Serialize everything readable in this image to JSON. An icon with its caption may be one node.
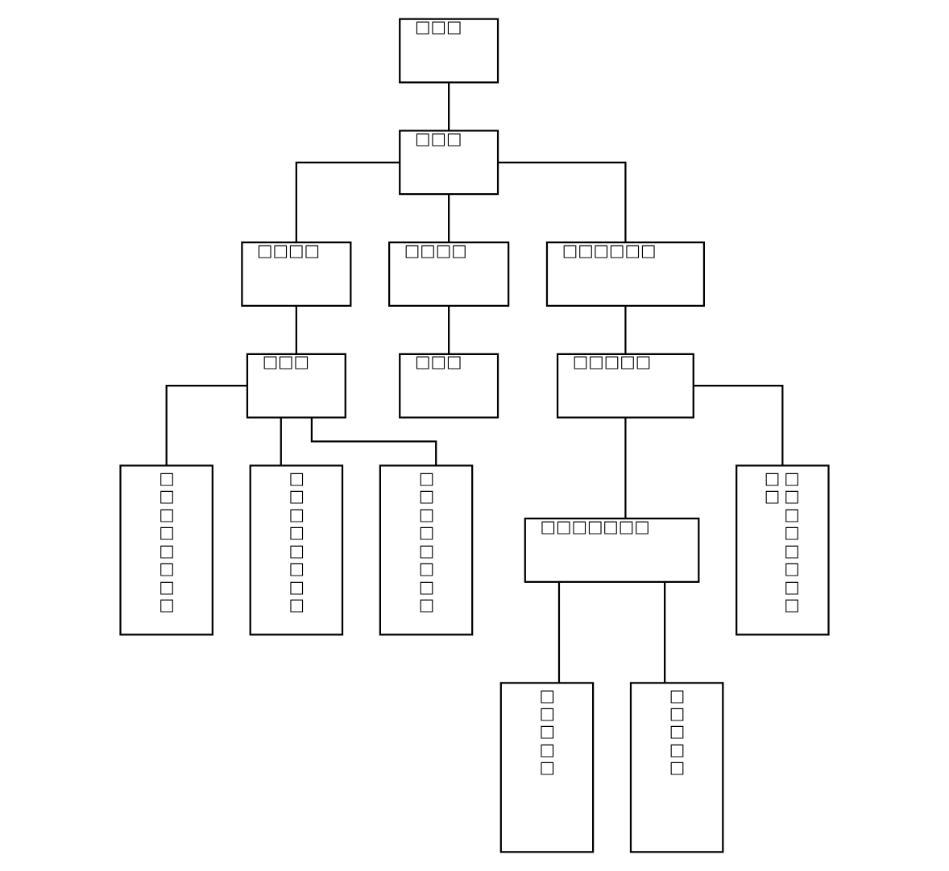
{
  "diagram": {
    "nodes": [
      {
        "text": [
          "□□□"
        ]
      },
      {
        "text": [
          "□□□"
        ]
      },
      {
        "text": [
          "□□□□"
        ]
      },
      {
        "text": [
          "□□□□"
        ]
      },
      {
        "text": [
          "□□□□□□"
        ]
      },
      {
        "text": [
          "□□□"
        ]
      },
      {
        "text": [
          "□□□"
        ]
      },
      {
        "text": [
          "□□□□□"
        ]
      },
      {
        "text": [
          "□□□□□□□□"
        ]
      },
      {
        "text": [
          "□□□□□□□□"
        ]
      },
      {
        "text": [
          "□□□□□□□□"
        ]
      },
      {
        "text": [
          "□□□□□□□"
        ]
      },
      {
        "text": [
          "□□□□□□□□□□"
        ]
      },
      {
        "text": [
          "□□□□□"
        ]
      },
      {
        "text": [
          "□□□□□"
        ]
      }
    ],
    "edges": [
      {
        "from": 0,
        "to": 1,
        "arrow": "none"
      },
      {
        "from": 1,
        "to": 2,
        "arrow": "none"
      },
      {
        "from": 1,
        "to": 3,
        "arrow": "none"
      },
      {
        "from": 1,
        "to": 4,
        "arrow": "none"
      },
      {
        "from": 2,
        "to": 5,
        "arrow": "none"
      },
      {
        "from": 3,
        "to": 6,
        "arrow": "none"
      },
      {
        "from": 4,
        "to": 7,
        "arrow": "none"
      },
      {
        "from": 5,
        "to": 8,
        "arrow": "none"
      },
      {
        "from": 5,
        "to": 9,
        "arrow": "none"
      },
      {
        "from": 5,
        "to": 10,
        "arrow": "none"
      },
      {
        "from": 7,
        "to": 11,
        "arrow": "none"
      },
      {
        "from": 7,
        "to": 12,
        "arrow": "none"
      },
      {
        "from": 11,
        "to": 13,
        "arrow": "none"
      },
      {
        "from": 11,
        "to": 14,
        "arrow": "none"
      }
    ]
  }
}
